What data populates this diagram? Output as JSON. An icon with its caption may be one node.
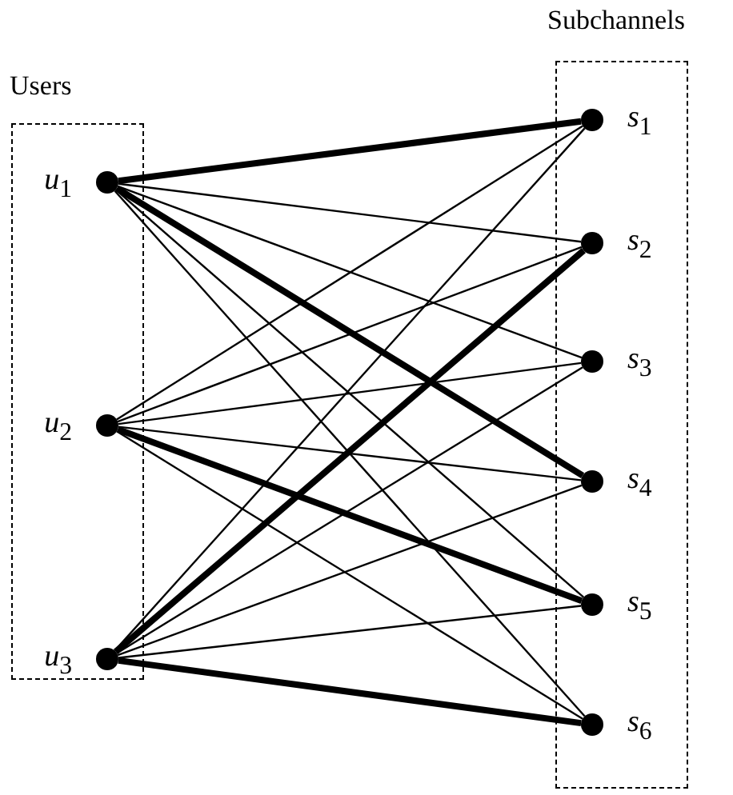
{
  "diagram": {
    "nodes": [
      {
        "text": [
          "Users"
        ]
      },
      {
        "text": [
          "Subchannels"
        ]
      },
      {
        "text": [],
        "shape": "circle",
        "in": 0,
        "beside": [
          "*u*$_{1}$"
        ]
      },
      {
        "text": [],
        "shape": "circle",
        "in": 0,
        "beside": [
          "*u*$_{2}$"
        ]
      },
      {
        "text": [],
        "shape": "circle",
        "in": 0,
        "beside": [
          "*u*$_{3}$"
        ]
      },
      {
        "text": [],
        "shape": "circle",
        "in": 1,
        "beside": [
          "*s*$_{1}$"
        ]
      },
      {
        "text": [],
        "shape": "circle",
        "in": 1,
        "beside": [
          "*s*$_{2}$"
        ]
      },
      {
        "text": [],
        "shape": "circle",
        "in": 1,
        "beside": [
          "*s*$_{3}$"
        ]
      },
      {
        "text": [],
        "shape": "circle",
        "in": 1,
        "beside": [
          "*s*$_{4}$"
        ]
      },
      {
        "text": [],
        "shape": "circle",
        "in": 1,
        "beside": [
          "*s*$_{5}$"
        ]
      },
      {
        "text": [],
        "shape": "circle",
        "in": 1,
        "beside": [
          "*s*$_{6}$"
        ]
      }
    ],
    "edges": [
      {
        "from": 2,
        "to": 5,
        "arrow": "none",
        "style": "thick"
      },
      {
        "from": 2,
        "to": 6,
        "arrow": "none"
      },
      {
        "from": 2,
        "to": 7,
        "arrow": "none"
      },
      {
        "from": 2,
        "to": 8,
        "arrow": "none",
        "style": "thick"
      },
      {
        "from": 2,
        "to": 9,
        "arrow": "none"
      },
      {
        "from": 2,
        "to": 10,
        "arrow": "none"
      },
      {
        "from": 3,
        "to": 5,
        "arrow": "none"
      },
      {
        "from": 3,
        "to": 6,
        "arrow": "none"
      },
      {
        "from": 3,
        "to": 7,
        "arrow": "none"
      },
      {
        "from": 3,
        "to": 8,
        "arrow": "none"
      },
      {
        "from": 3,
        "to": 9,
        "arrow": "none",
        "style": "thick"
      },
      {
        "from": 3,
        "to": 10,
        "arrow": "none"
      },
      {
        "from": 4,
        "to": 5,
        "arrow": "none"
      },
      {
        "from": 4,
        "to": 6,
        "arrow": "none",
        "style": "thick"
      },
      {
        "from": 4,
        "to": 7,
        "arrow": "none"
      },
      {
        "from": 4,
        "to": 8,
        "arrow": "none"
      },
      {
        "from": 4,
        "to": 9,
        "arrow": "none"
      },
      {
        "from": 4,
        "to": 10,
        "arrow": "none",
        "style": "thick"
      }
    ]
  }
}
